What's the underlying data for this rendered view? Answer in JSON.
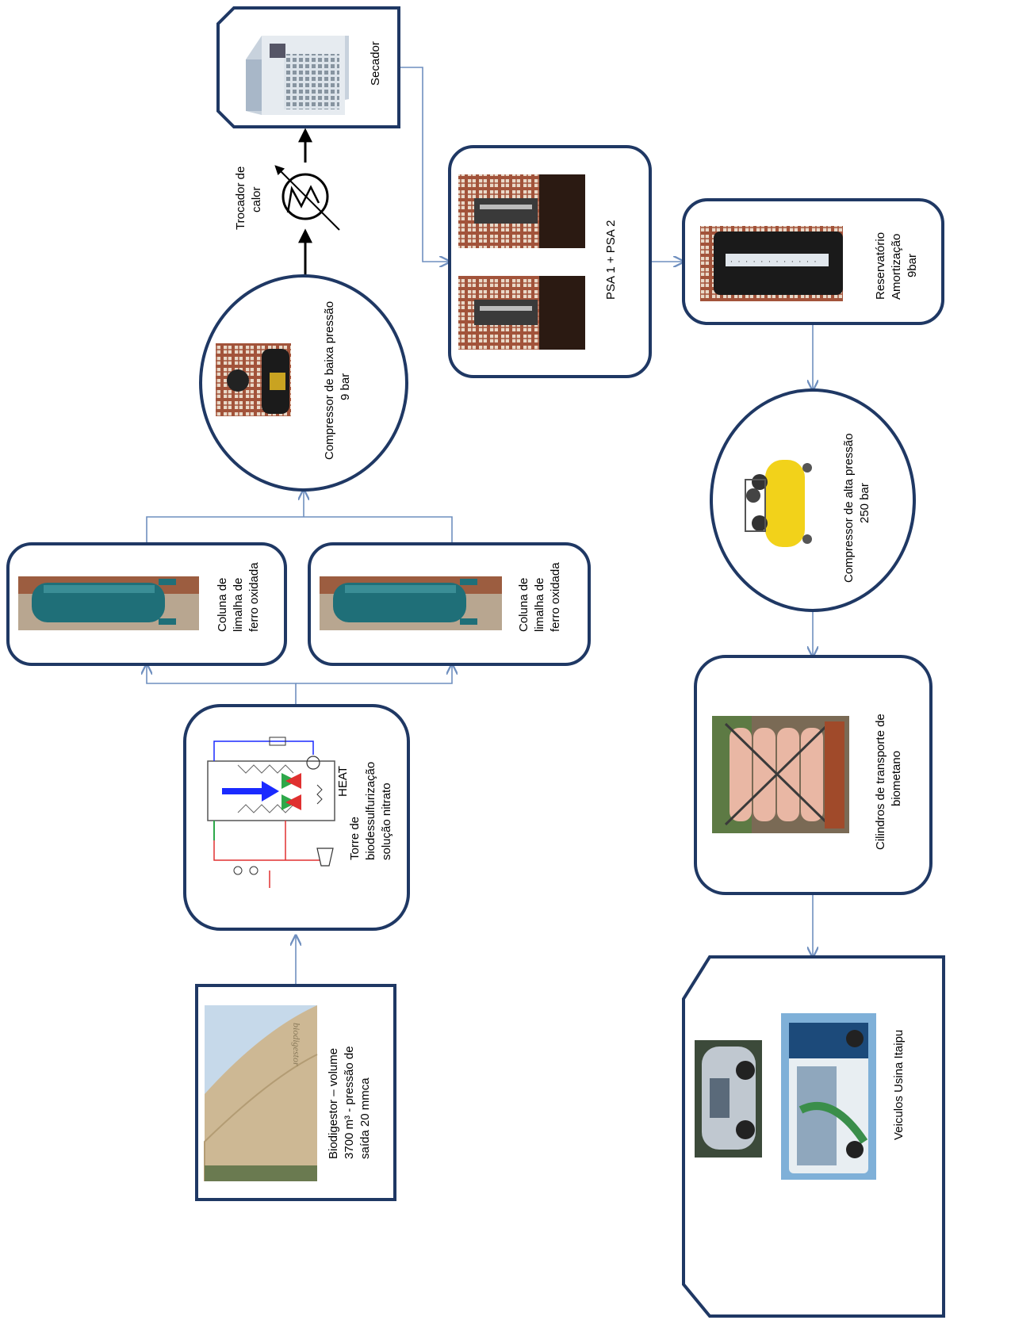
{
  "nodes": {
    "biodigestor": {
      "lines": [
        "Biodigestor – volume",
        "3700 m³ - pressão de",
        "saída 20 mmca"
      ]
    },
    "torre": {
      "lines": [
        "Torre de",
        "biodessulfurização",
        "solução nitrato"
      ],
      "heat_label": "HEAT"
    },
    "coluna_1": {
      "lines": [
        "Coluna de",
        "limalha de",
        "ferro oxidada"
      ]
    },
    "coluna_2": {
      "lines": [
        "Coluna de",
        "limalha de",
        "ferro oxidada"
      ]
    },
    "compressor_baixa": {
      "lines": [
        "Compressor de baixa pressão",
        "9 bar"
      ]
    },
    "trocador": {
      "lines": [
        "Trocador de",
        "calor"
      ]
    },
    "secador": {
      "lines": [
        "Secador"
      ]
    },
    "psa": {
      "lines": [
        "PSA 1 + PSA 2"
      ]
    },
    "reservatorio": {
      "lines": [
        "Reservatório",
        "Amortização",
        "9bar"
      ]
    },
    "compressor_alta": {
      "lines": [
        "Compressor de alta pressão",
        "250 bar"
      ]
    },
    "cilindros": {
      "lines": [
        "Cilindros de transporte de",
        "biometano"
      ]
    },
    "veiculos": {
      "lines": [
        "Veiculos Usina Itaipu"
      ]
    }
  },
  "colors": {
    "box_border": "#1f3864",
    "connector": "#6f8fbf",
    "column_tank": "#1f6f78",
    "compressor_yellow": "#f2d21a",
    "cylinder_pink": "#e9b7a4",
    "photo_brick": "#a2533a",
    "biodigestor_canvas": "#cdb894"
  }
}
